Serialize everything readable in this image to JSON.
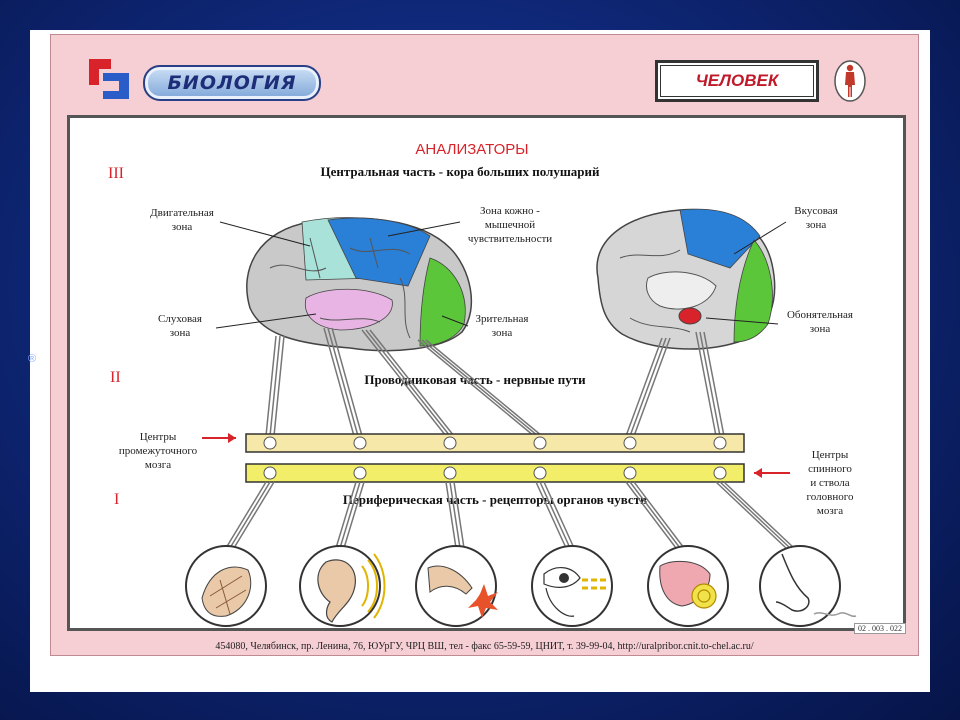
{
  "header": {
    "subject": "БИОЛОГИЯ",
    "section": "ЧЕЛОВЕК"
  },
  "diagram": {
    "title": "АНАЛИЗАТОРЫ",
    "levels": [
      {
        "numeral": "III",
        "caption": "Центральная часть - кора больших полушарий"
      },
      {
        "numeral": "II",
        "caption": "Проводниковая часть - нервные пути"
      },
      {
        "numeral": "I",
        "caption": "Периферическая часть - рецепторы органов чувств"
      }
    ],
    "left_brain_labels": {
      "motor": [
        "Двигательная",
        "зона"
      ],
      "skin": [
        "Зона кожно -",
        "мышечной",
        "чувствительности"
      ],
      "auditory": [
        "Слуховая",
        "зона"
      ],
      "visual": [
        "Зрительная",
        "зона"
      ]
    },
    "right_brain_labels": {
      "taste": [
        "Вкусовая",
        "зона"
      ],
      "smell": [
        "Обонятельная",
        "зона"
      ]
    },
    "centers_midbrain": [
      "Центры",
      "промежуточного",
      "мозга"
    ],
    "centers_spinal": [
      "Центры",
      "спинного",
      "и ствола",
      "головного",
      "мозга"
    ],
    "receptors": [
      "muscle",
      "ear",
      "hand-touch",
      "eye",
      "tongue",
      "nose"
    ]
  },
  "footer": {
    "address": "454080, Челябинск, пр. Ленина, 76, ЮУрГУ, ЧРЦ ВШ, тел - факс 65-59-59, ЦНИТ, т. 39-99-04, http://uralpribor.cnit.to-chel.ac.ru/",
    "code": "02 . 003 . 022"
  },
  "colors": {
    "poster_bg": "#f6cfd5",
    "title_red": "#d8232a",
    "motor_zone": "#a8e2d8",
    "skin_zone": "#2a7fd6",
    "visual_zone": "#5cc63a",
    "auditory_zone": "#e8b4e4",
    "center_bar": "#f6e8a8",
    "spinal_bar": "#f2ee6a"
  }
}
